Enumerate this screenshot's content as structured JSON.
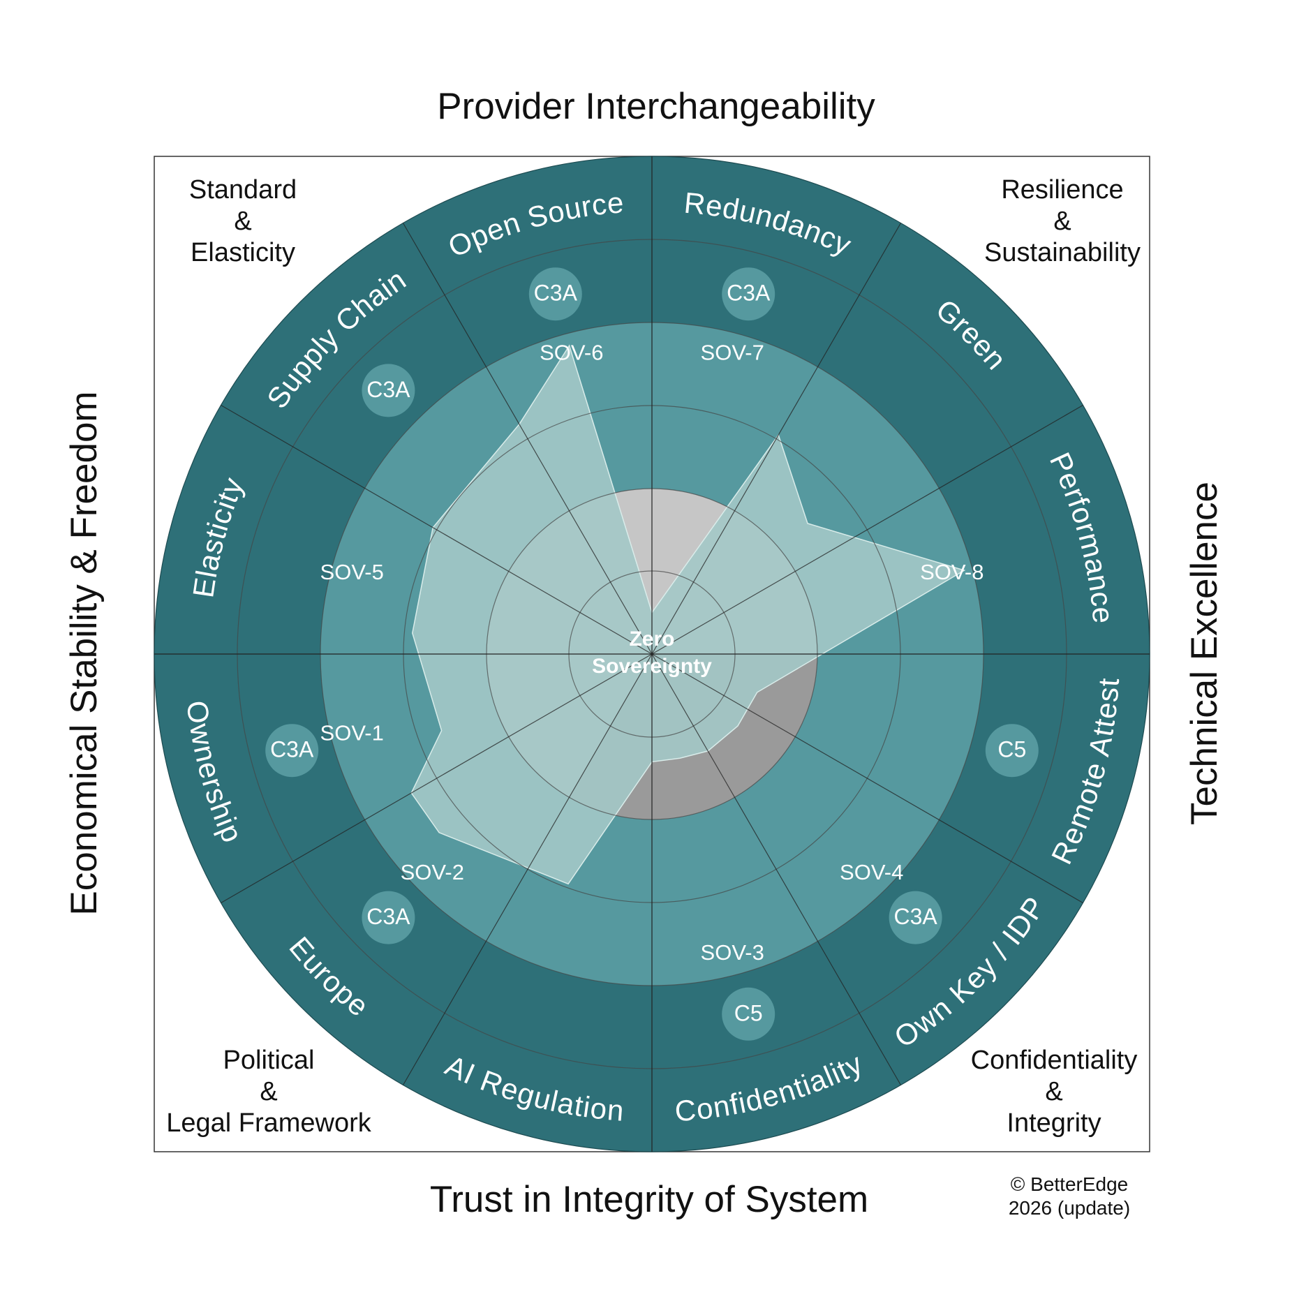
{
  "diagram": {
    "axis_titles": {
      "top": "Provider Interchangeability",
      "bottom": "Trust in Integrity of System",
      "left": "Economical Stability & Freedom",
      "right": "Technical Excellence"
    },
    "corner_labels": {
      "top_left": [
        "Standard",
        "&",
        "Elasticity"
      ],
      "top_right": [
        "Resilience",
        "&",
        "Sustainability"
      ],
      "bottom_left": [
        "Political",
        "&",
        "Legal Framework"
      ],
      "bottom_right": [
        "Confidentiality",
        "&",
        "Integrity"
      ]
    },
    "center_label": [
      "Zero",
      "Sovereignty"
    ],
    "copyright": [
      "© BetterEdge",
      "2026 (update)"
    ],
    "sectors": [
      {
        "label": "Redundancy",
        "sov": "SOV-7",
        "badge": "C3A"
      },
      {
        "label": "Green",
        "sov": "",
        "badge": ""
      },
      {
        "label": "Performance",
        "sov": "SOV-8",
        "badge": ""
      },
      {
        "label": "Remote Attest",
        "sov": "",
        "badge": "C5"
      },
      {
        "label": "Own Key / IDP",
        "sov": "SOV-4",
        "badge": "C3A"
      },
      {
        "label": "Confidentiality",
        "sov": "SOV-3",
        "badge": "C5"
      },
      {
        "label": "AI Regulation",
        "sov": "",
        "badge": ""
      },
      {
        "label": "Europe",
        "sov": "SOV-2",
        "badge": "C3A"
      },
      {
        "label": "Ownership",
        "sov": "SOV-1",
        "badge": "C3A"
      },
      {
        "label": "Elasticity",
        "sov": "SOV-5",
        "badge": ""
      },
      {
        "label": "Supply Chain",
        "sov": "",
        "badge": "C3A"
      },
      {
        "label": "Open Source",
        "sov": "SOV-6",
        "badge": "C3A"
      }
    ],
    "score_polygon": [
      {
        "angle": 345,
        "value": 3.85
      },
      {
        "angle": 330,
        "value": 3.2
      },
      {
        "angle": 300,
        "value": 3.05
      },
      {
        "angle": 275,
        "value": 2.9
      },
      {
        "angle": 250,
        "value": 2.7
      },
      {
        "angle": 240,
        "value": 3.35
      },
      {
        "angle": 230,
        "value": 3.35
      },
      {
        "angle": 200,
        "value": 2.95
      },
      {
        "angle": 180,
        "value": 1.3
      },
      {
        "angle": 165,
        "value": 1.3
      },
      {
        "angle": 150,
        "value": 1.35
      },
      {
        "angle": 130,
        "value": 1.35
      },
      {
        "angle": 110,
        "value": 1.35
      },
      {
        "angle": 75,
        "value": 3.9
      },
      {
        "angle": 50,
        "value": 2.45
      },
      {
        "angle": 30,
        "value": 3.05
      },
      {
        "angle": 0,
        "value": 0.5
      }
    ],
    "colors": {
      "outer_ring": "#2e7078",
      "middle_ring": "#56999f",
      "inner_disc": "#c6c6c6",
      "dark_wedge": "#9a9a9a",
      "score_fill": "#a3c8c6",
      "badge_fill": "#56999f"
    }
  }
}
